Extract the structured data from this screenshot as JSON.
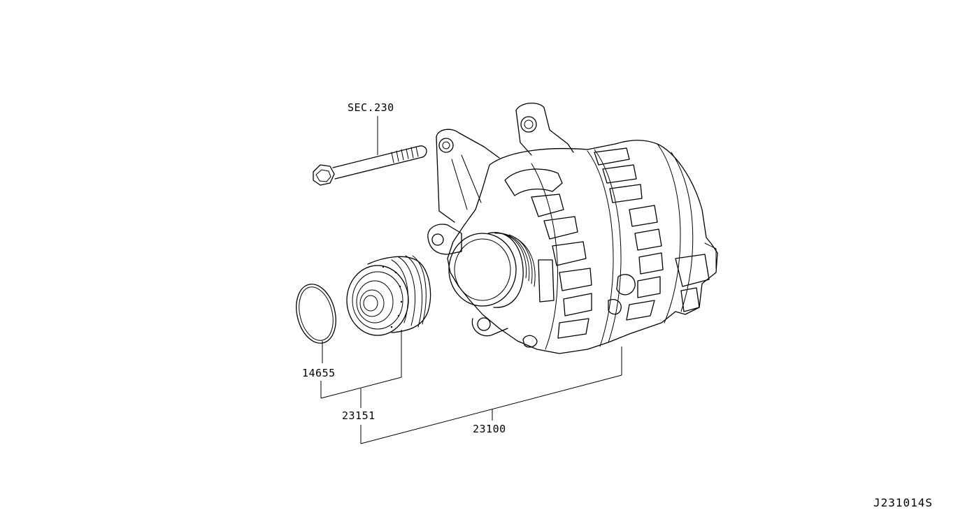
{
  "diagram": {
    "labels": {
      "sec": "SEC.230",
      "o_ring": "14655",
      "pulley": "23151",
      "alternator": "23100",
      "diagram_code": "J231014S"
    },
    "colors": {
      "line": "#000000",
      "background": "#ffffff"
    }
  }
}
